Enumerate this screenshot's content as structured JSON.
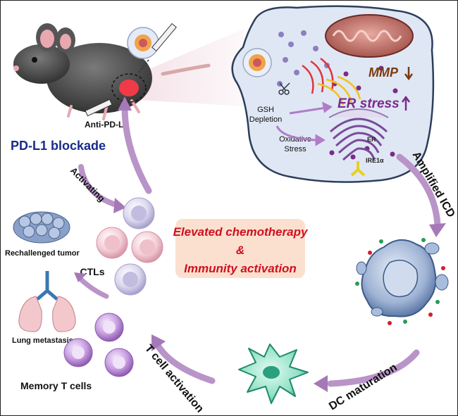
{
  "labels": {
    "anti_pd_l1": "Anti-PD-L1",
    "pd_l1_blockade": "PD-L1 blockade",
    "mmp": "MMP",
    "er_stress": "ER stress",
    "gsh_line1": "GSH",
    "gsh_line2": "Depletion",
    "oxidative_line1": "Oxidative",
    "oxidative_line2": "Stress",
    "er": "ER",
    "ire1a": "IRE1α",
    "amplified_icd": "Amplified ICD",
    "dc_maturation": "DC maturation",
    "t_cell_activation": "T cell activation",
    "activating": "Activating",
    "ctls": "CTLs",
    "rechallenged_tumor": "Rechallenged tumor",
    "lung_metastasis": "Lung metastasis",
    "memory_t_cells": "Memory T cells",
    "center_line1": "Elevated chemotherapy",
    "center_line2": "&",
    "center_line3": "Immunity activation"
  },
  "colors": {
    "arrow": "#a678b8",
    "mmp_text": "#7a3b10",
    "er_stress_text": "#7a2a8a",
    "blockade_text": "#1a2a8a",
    "center_text": "#d0101e",
    "center_box": "#fbe0d0",
    "cell_panel": "#dfe7f4"
  }
}
